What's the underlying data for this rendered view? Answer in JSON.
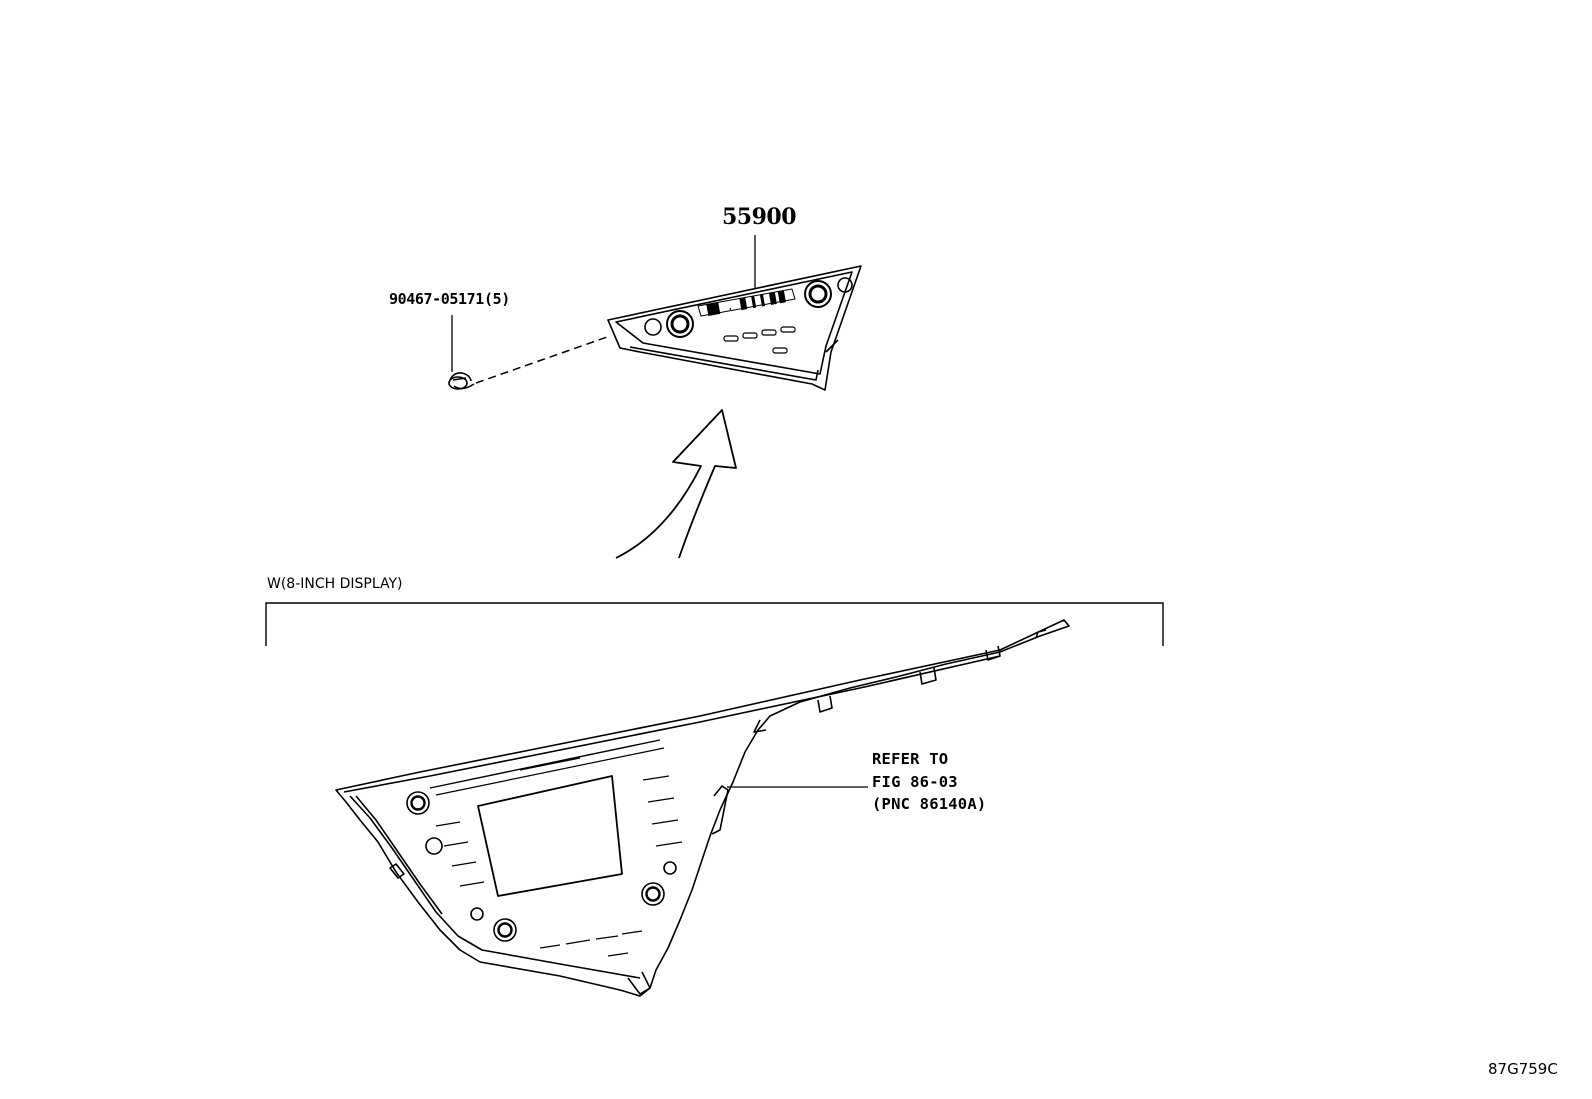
{
  "labels": {
    "part_main": "55900",
    "part_bolt": "90467-05171(5)",
    "variant": "W(8-INCH DISPLAY)",
    "refer_line1": "REFER TO",
    "refer_line2": "FIG 86-03",
    "refer_line3": "(PNC 86140A)",
    "figure_code": "87G759C"
  },
  "panel_legend_text": "▐█▌ ․ ▐▌▐ ▌▐▌█"
}
